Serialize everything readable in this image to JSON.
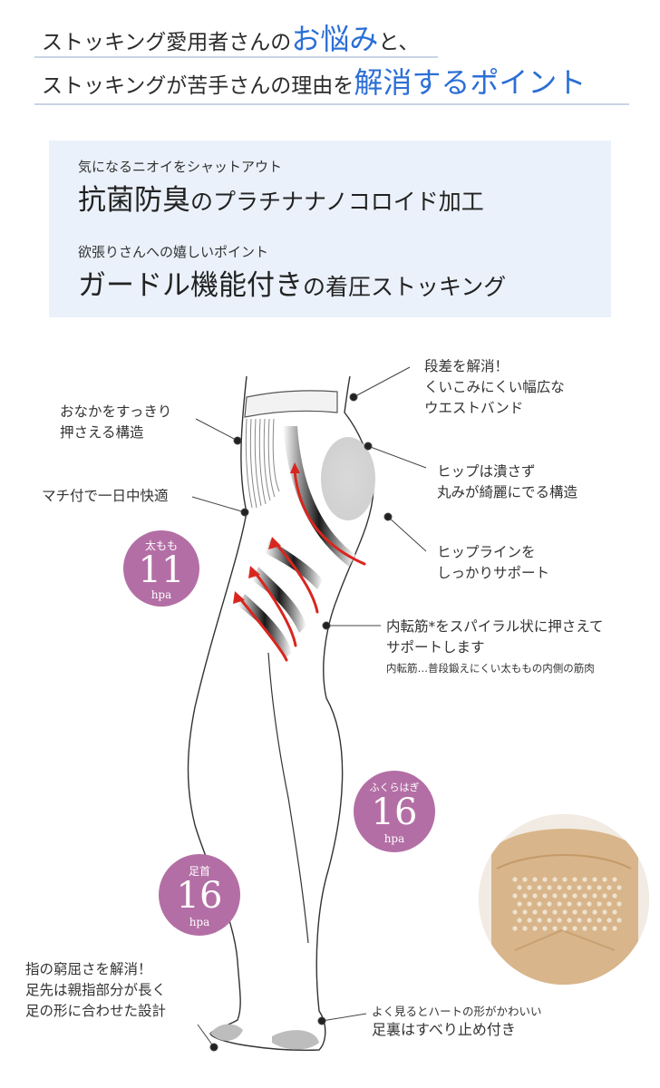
{
  "header": {
    "line1_a": "ストッキング愛用者さんの",
    "line1_b": "お悩み",
    "line1_c": "と、",
    "line2_a": "ストッキングが苦手さんの理由を",
    "line2_b": "解消するポイント"
  },
  "features": [
    {
      "sub": "気になるニオイをシャットアウト",
      "main_em": "抗菌防臭",
      "main_rest": "のプラチナナノコロイド加工"
    },
    {
      "sub": "欲張りさんへの嬉しいポイント",
      "main_em": "ガードル機能付き",
      "main_rest": "の着圧ストッキング"
    }
  ],
  "notes": {
    "waist": [
      "段差を解消！",
      "くいこみにくい幅広な",
      "ウエストバンド"
    ],
    "tummy": [
      "おなかをすっきり",
      "押さえる構造"
    ],
    "hip": [
      "ヒップは潰さず",
      "丸みが綺麗にでる構造"
    ],
    "gusset": "マチ付で一日中快適",
    "hipline": [
      "ヒップラインを",
      "しっかりサポート"
    ],
    "spiral": [
      "内転筋*をスパイラル状に押さえて",
      "サポートします"
    ],
    "spiral_footnote": "内転筋…普段鍛えにくい太ももの内側の筋肉",
    "toe": [
      "指の窮屈さを解消！",
      "足先は親指部分が長く",
      "足の形に合わせた設計"
    ],
    "sole_sub": "よく見るとハートの形がかわいい",
    "sole_main": "足裏はすべり止め付き"
  },
  "pressure": [
    {
      "label": "太もも",
      "value": "11",
      "unit": "hpa"
    },
    {
      "label": "ふくらはぎ",
      "value": "16",
      "unit": "hpa"
    },
    {
      "label": "足首",
      "value": "16",
      "unit": "hpa"
    }
  ],
  "colors": {
    "accent_blue": "#2c6fd6",
    "box_bg": "#eaf1fa",
    "badge": "#b36fa5",
    "arrow_red": "#d8261f",
    "skin": "#d8b58a"
  }
}
